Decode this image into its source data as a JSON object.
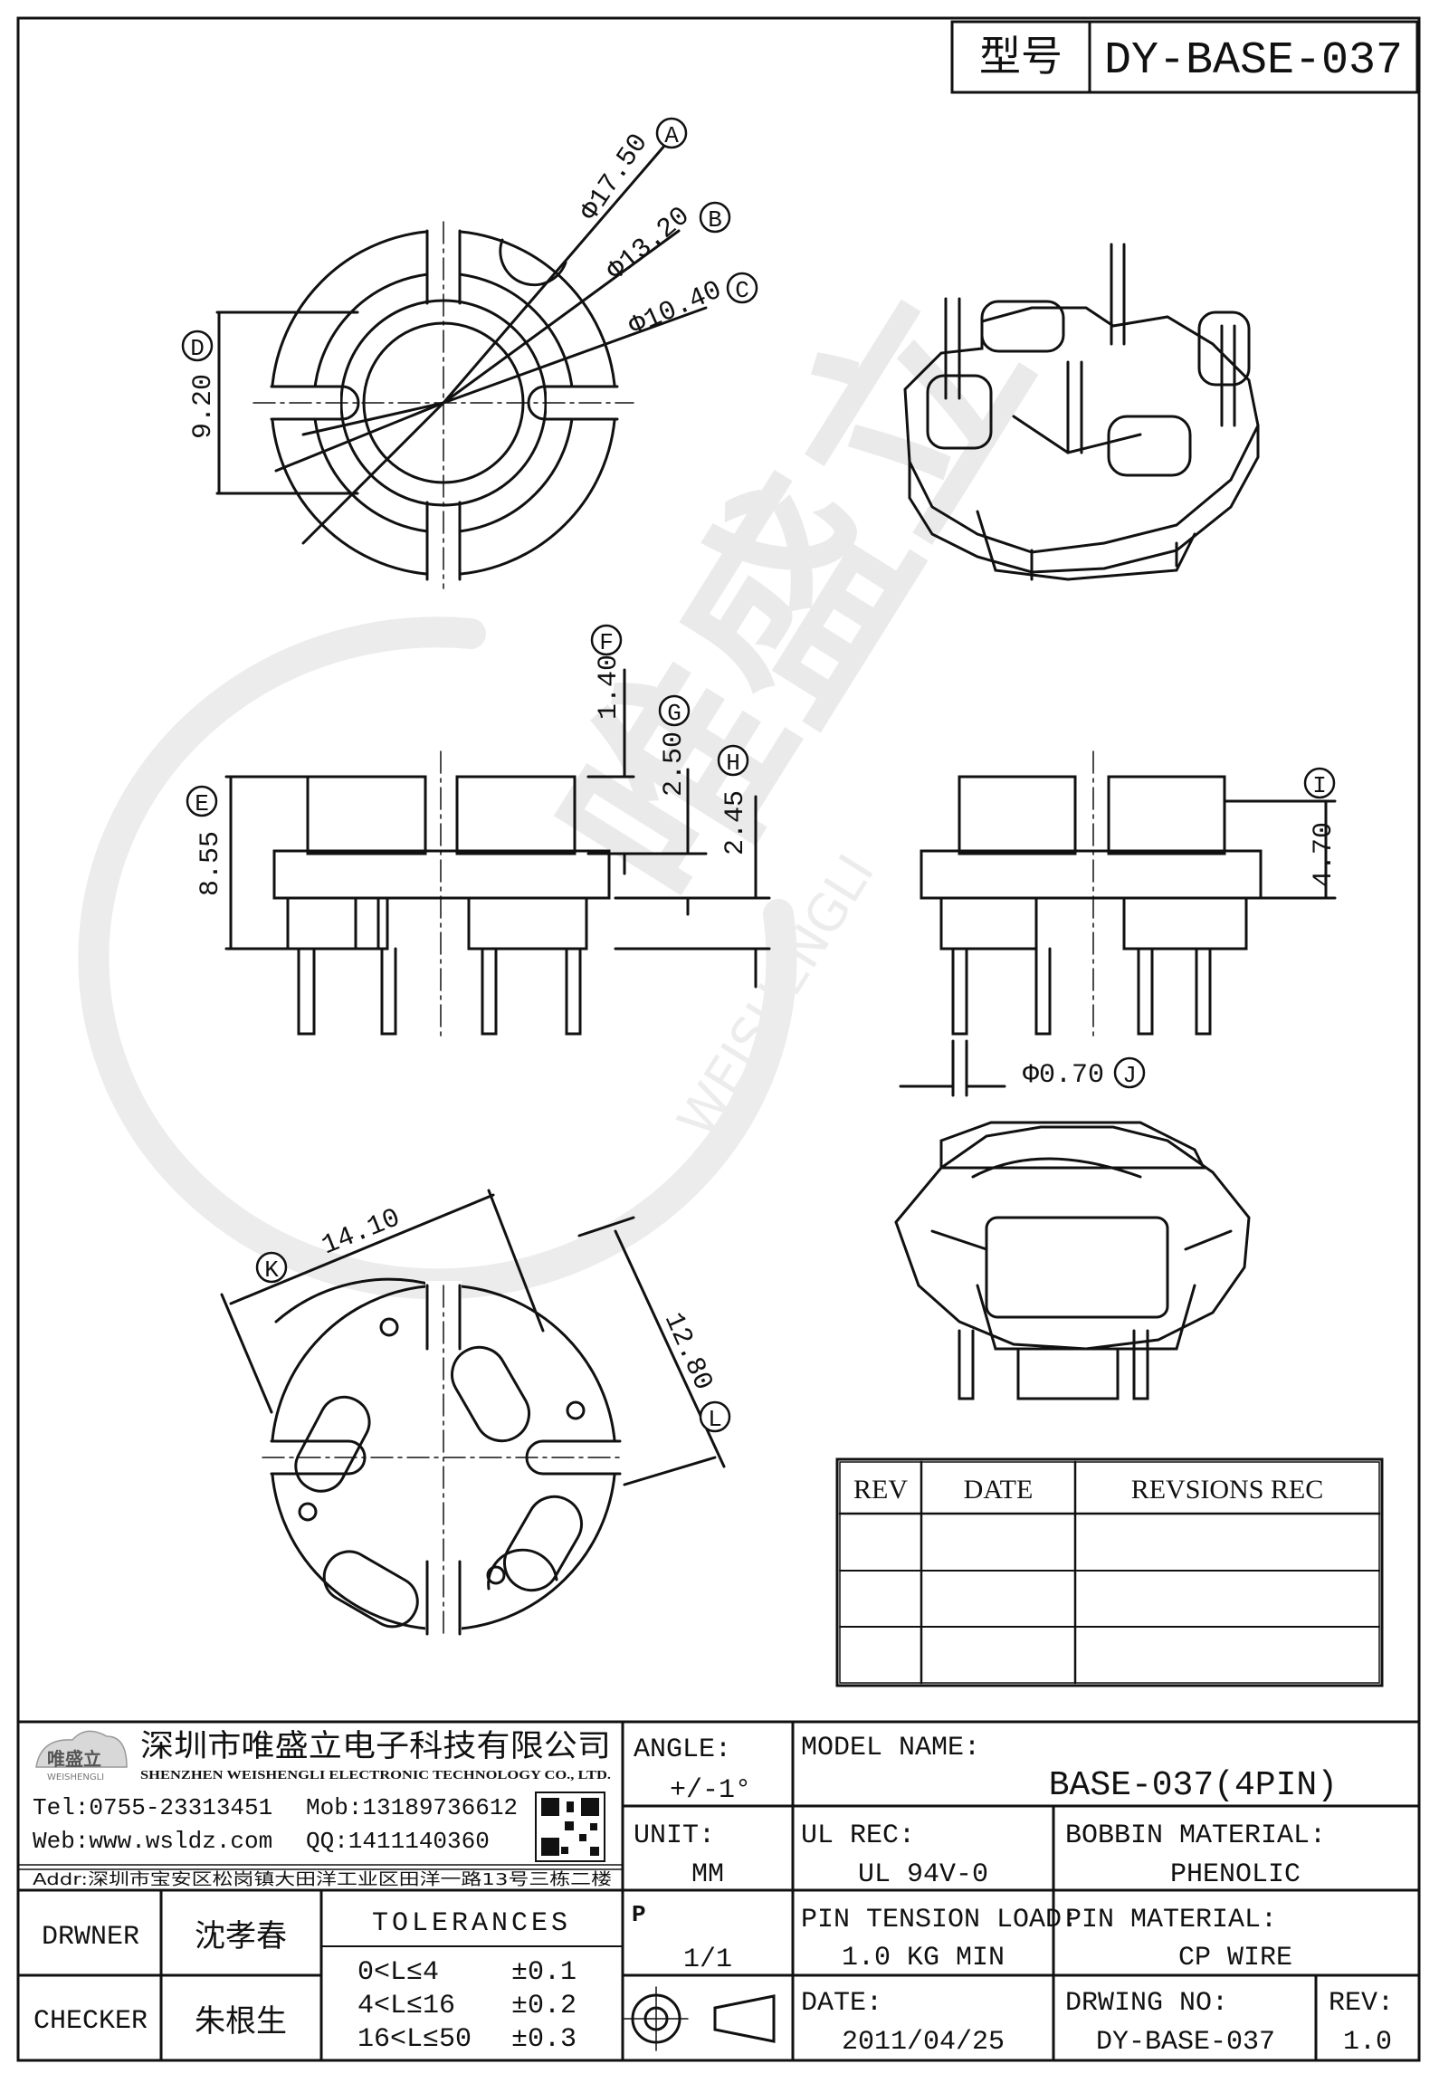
{
  "header": {
    "type_label": "型号",
    "type_value": "DY-BASE-037"
  },
  "dimensions": {
    "A": {
      "letter": "A",
      "value": "Φ17.50"
    },
    "B": {
      "letter": "B",
      "value": "Φ13.20"
    },
    "C": {
      "letter": "C",
      "value": "Φ10.40"
    },
    "D": {
      "letter": "D",
      "value": "9.20"
    },
    "E": {
      "letter": "E",
      "value": "8.55"
    },
    "F": {
      "letter": "F",
      "value": "1.40"
    },
    "G": {
      "letter": "G",
      "value": "2.50"
    },
    "H": {
      "letter": "H",
      "value": "2.45"
    },
    "I": {
      "letter": "I",
      "value": "4.70"
    },
    "J": {
      "letter": "J",
      "value": "Φ0.70"
    },
    "K": {
      "letter": "K",
      "value": "14.10"
    },
    "L": {
      "letter": "L",
      "value": "12.80"
    }
  },
  "watermark": {
    "cn": "唯盛立",
    "en": "WEISHENGLI"
  },
  "revision_table": {
    "headers": [
      "REV",
      "DATE",
      "REVSIONS REC"
    ],
    "rows": [
      [
        "",
        "",
        ""
      ],
      [
        "",
        "",
        ""
      ],
      [
        "",
        "",
        ""
      ]
    ]
  },
  "company": {
    "logo_text": "唯盛立",
    "logo_sub": "WEISHENGLI",
    "name_cn": "深圳市唯盛立电子科技有限公司",
    "name_en": "SHENZHEN WEISHENGLI ELECTRONIC TECHNOLOGY CO., LTD.",
    "tel": "Tel:0755-23313451",
    "mob": "Mob:13189736612",
    "web": "Web:www.wsldz.com",
    "qq": "QQ:1411140360",
    "addr": "Addr:深圳市宝安区松岗镇大田洋工业区田洋一路13号三栋二楼"
  },
  "title_block": {
    "angle_label": "ANGLE:",
    "angle_value": "+/-1°",
    "model_label": "MODEL NAME:",
    "model_value": "BASE-037(4PIN)",
    "unit_label": "UNIT:",
    "unit_value": "MM",
    "ul_label": "UL REC:",
    "ul_value": "UL 94V-0",
    "bobbin_label": "BOBBIN MATERIAL:",
    "bobbin_value": "PHENOLIC",
    "drawer_label": "DRWNER",
    "drawer_value": "沈孝春",
    "tolerances_label": "TOLERANCES",
    "tolerances": [
      {
        "range": "0<L≤4",
        "tol": "±0.1"
      },
      {
        "range": "4<L≤16",
        "tol": "±0.2"
      },
      {
        "range": "16<L≤50",
        "tol": "±0.3"
      }
    ],
    "page_mark": "P",
    "page_value": "1/1",
    "pin_tension_label": "PIN TENSION LOAD:",
    "pin_tension_value": "1.0 KG MIN",
    "pin_material_label": "PIN MATERIAL:",
    "pin_material_value": "CP WIRE",
    "checker_label": "CHECKER",
    "checker_value": "朱根生",
    "date_label": "DATE:",
    "date_value": "2011/04/25",
    "drawing_no_label": "DRWING NO:",
    "drawing_no_value": "DY-BASE-037",
    "rev_label": "REV:",
    "rev_value": "1.0"
  }
}
